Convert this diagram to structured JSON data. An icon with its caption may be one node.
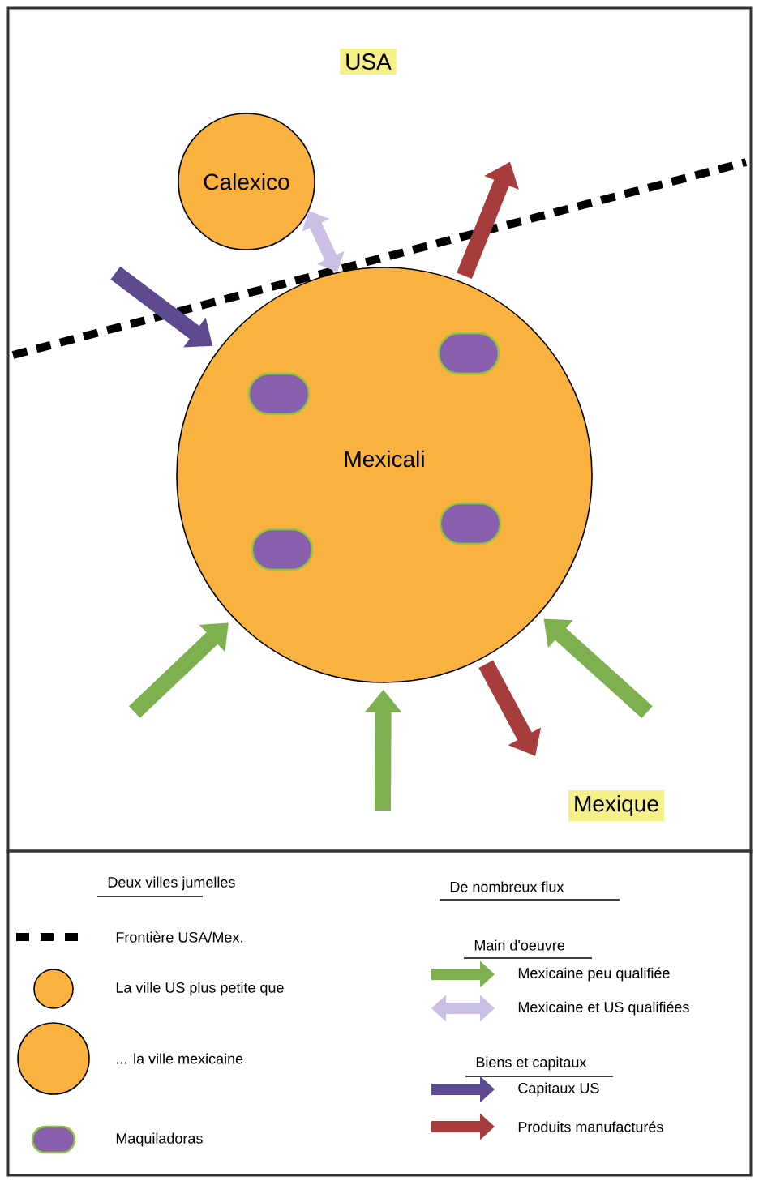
{
  "diagram": {
    "nodes": [
      {
        "text": [
          "Calexico"
        ]
      },
      {
        "text": [
          "Mexicali"
        ]
      },
      {
        "text": [],
        "shape": "oval",
        "in": 1
      },
      {
        "text": [],
        "shape": "oval",
        "in": 1
      },
      {
        "text": [],
        "shape": "oval",
        "in": 1
      },
      {
        "text": [],
        "shape": "oval",
        "in": 1
      }
    ],
    "edges": [
      {
        "from": null,
        "to": 1,
        "arrow": "to",
        "color": "#5e4a8f"
      },
      {
        "from": 0,
        "to": 1,
        "arrow": "both",
        "color": "#cbbfe6"
      },
      {
        "from": 1,
        "to": null,
        "arrow": "to",
        "color": "#a63c3c"
      },
      {
        "from": null,
        "to": 1,
        "arrow": "to"
      },
      {
        "from": null,
        "to": 1,
        "arrow": "to"
      },
      {
        "from": 1,
        "to": null,
        "arrow": "to",
        "color": "#a63c3c"
      },
      {
        "from": null,
        "to": 1,
        "arrow": "to"
      }
    ],
    "labels": [
      "USA",
      "Mexique",
      "Deux villes jumelles",
      "De nombreux flux",
      "Main d'oeuvre",
      "Biens et capitaux"
    ],
    "legend": [
      {
        "text": "Frontière USA/Mex."
      },
      {
        "text": "La ville US plus petite que"
      },
      {
        "text": "... la ville mexicaine"
      },
      {
        "text": "Maquiladoras"
      },
      {
        "text": "Mexicaine peu qualifiée"
      },
      {
        "text": "Mexicaine et US qualifiées"
      },
      {
        "text": "Capitaux US"
      },
      {
        "text": "Produits manufacturés"
      }
    ]
  }
}
